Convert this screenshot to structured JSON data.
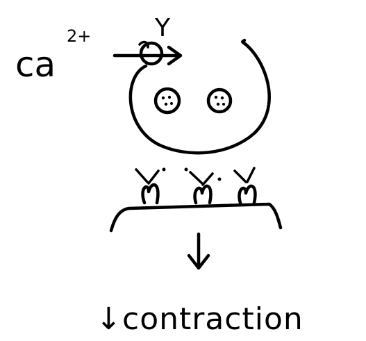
{
  "labels": {
    "ion": "ca",
    "charge": "2+",
    "blocker": "Y",
    "result_arrow": "↓",
    "result": "contraction"
  },
  "colors": {
    "ink": "#000000",
    "background": "#ffffff"
  }
}
